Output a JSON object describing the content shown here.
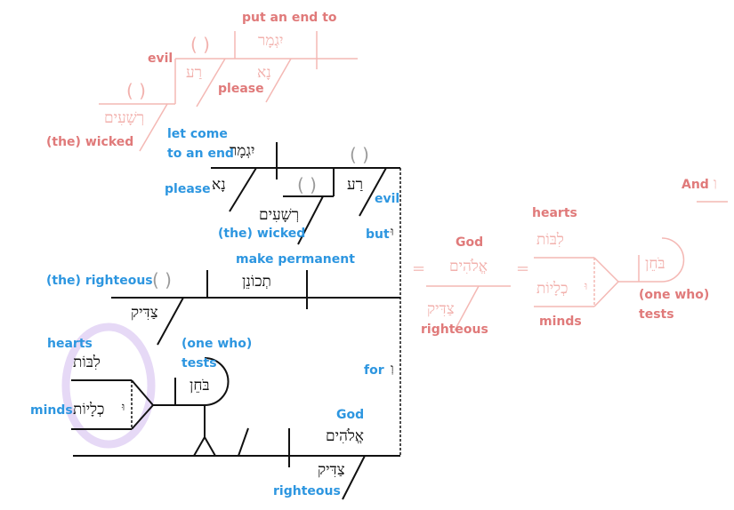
{
  "colors": {
    "line": "#111111",
    "english_gloss": "#2d96e0",
    "faded_gloss": "#e07a7a",
    "faded_hebrew": "#f2b1ad",
    "faded_line": "#f4b8b4",
    "highlight": "#e6d9f6",
    "placeholder": "#9a9a9a"
  },
  "top_faded_diagram": {
    "verb_gloss": "put an end to",
    "verb_hebrew": "יִגְמָר",
    "object_gloss": "evil",
    "object_hebrew": "רַע",
    "object_placeholder": "( )",
    "particle_gloss": "please",
    "particle_hebrew": "נָא",
    "subject_placeholder": "( )",
    "subject_hebrew": "רְשָׁעִים",
    "subject_gloss": "(the) wicked"
  },
  "main_diagram": {
    "clause1": {
      "verb_gloss_line1": "let come",
      "verb_gloss_line2": "to an end",
      "verb_hebrew": "יִגְמָר",
      "particle_gloss": "please",
      "particle_hebrew": "נָא",
      "genitive_placeholder": "( )",
      "genitive_hebrew": "רְשָׁעִים",
      "genitive_gloss": "(the) wicked",
      "subject_placeholder": "( )",
      "subject_hebrew": "רַע",
      "subject_gloss": "evil"
    },
    "conj_but": {
      "gloss": "but",
      "hebrew": "וּ"
    },
    "clause2": {
      "subject_gloss": "(the) righteous",
      "subject_placeholder": "( )",
      "verb_gloss": "make permanent",
      "verb_hebrew": "תְכוֹנֵן",
      "object_hebrew": "צַדִּיק"
    },
    "conj_for": {
      "gloss": "for",
      "hebrew": "וְ"
    },
    "clause3": {
      "compound1_gloss": "hearts",
      "compound1_hebrew": "לִבּוֹת",
      "compound2_gloss": "minds",
      "compound2_hebrew": "כְלָיוֹת",
      "compound_conj_hebrew": "וּ",
      "participle_gloss_line1": "(one who)",
      "participle_gloss_line2": "tests",
      "participle_hebrew": "בֹּחֵן",
      "subject_gloss": "God",
      "subject_hebrew": "אֱלֹהִים",
      "modifier_hebrew": "צַדִּיק",
      "modifier_gloss": "righteous"
    }
  },
  "right_faded_diagram": {
    "equals_1": "=",
    "equals_2": "=",
    "god_gloss": "God",
    "god_hebrew": "אֱלֹהִים",
    "righteous_hebrew": "צַדִּיק",
    "righteous_gloss": "righteous",
    "hearts_gloss": "hearts",
    "hearts_hebrew": "לִבּוֹת",
    "minds_hebrew": "כְלָיוֹת",
    "minds_gloss": "minds",
    "conj_hebrew": "וּ",
    "tester_hebrew": "בֹּחֵן",
    "tester_gloss_line1": "(one who)",
    "tester_gloss_line2": "tests"
  },
  "corner_fragment": {
    "gloss": "And",
    "hebrew": "וְ"
  }
}
